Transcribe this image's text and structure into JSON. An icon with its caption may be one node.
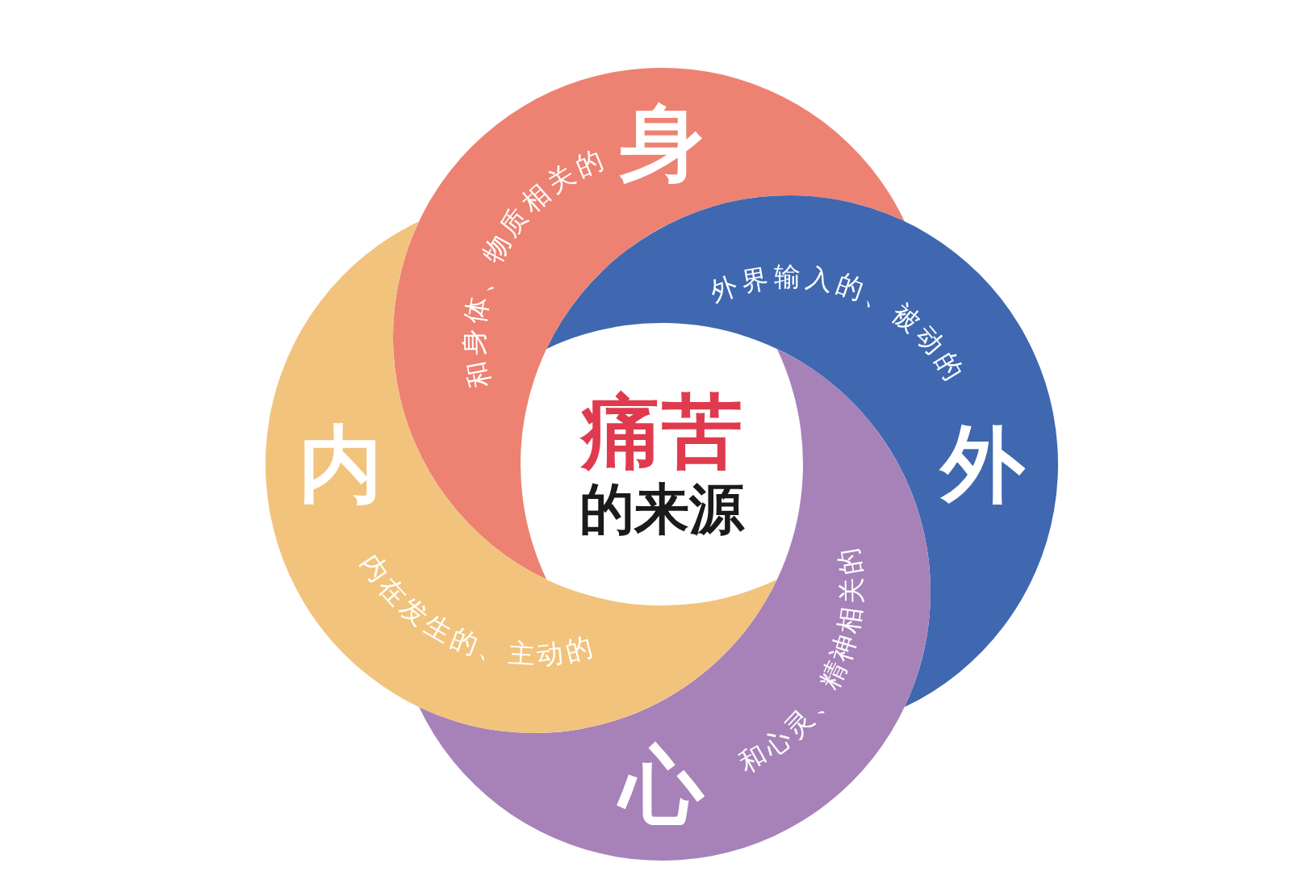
{
  "diagram": {
    "nodes": [
      {
        "text": [
          "痛苦",
          "的来源"
        ]
      },
      {
        "text": [
          "身",
          "和身体、物质相关的"
        ]
      },
      {
        "text": [
          "外界输入的、被动的",
          "外"
        ]
      },
      {
        "text": [
          "和心灵、精神相关的",
          "心"
        ]
      },
      {
        "text": [
          "内",
          "内在发生的、主动的"
        ]
      }
    ]
  }
}
